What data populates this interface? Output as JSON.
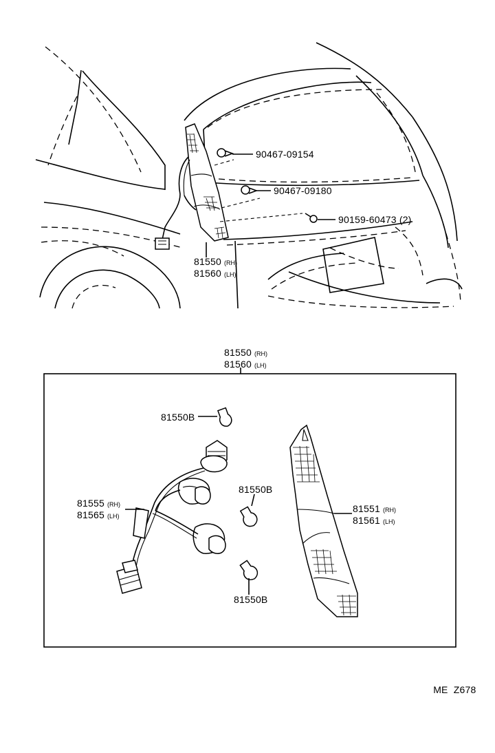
{
  "car_view": {
    "parts": [
      {
        "number": "90467-09154"
      },
      {
        "number": "90467-09180"
      },
      {
        "number": "90159-60473",
        "qty": "(2)"
      }
    ],
    "lamp_assembly": {
      "rh": "81550",
      "rh_side": "(RH)",
      "lh": "81560",
      "lh_side": "(LH)"
    }
  },
  "detail_box": {
    "title": {
      "rh": "81550",
      "rh_side": "(RH)",
      "lh": "81560",
      "lh_side": "(LH)"
    },
    "bulb_label": "81550B",
    "socket": {
      "rh": "81555",
      "rh_side": "(RH)",
      "lh": "81565",
      "lh_side": "(LH)"
    },
    "lens": {
      "rh": "81551",
      "rh_side": "(RH)",
      "lh": "81561",
      "lh_side": "(LH)"
    }
  },
  "figure_code": "ME  Z678"
}
